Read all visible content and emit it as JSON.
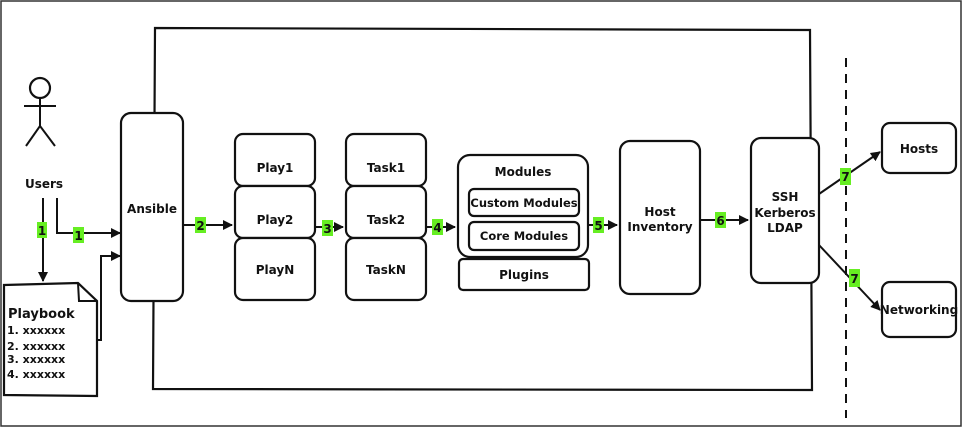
{
  "actor": {
    "label": "Users"
  },
  "playbook": {
    "title": "Playbook",
    "items": [
      "1. xxxxxx",
      "2. xxxxxx",
      "3. xxxxxx",
      "4. xxxxxx"
    ]
  },
  "ansible": {
    "label": "Ansible"
  },
  "plays": [
    "Play1",
    "Play2",
    "PlayN"
  ],
  "tasks": [
    "Task1",
    "Task2",
    "TaskN"
  ],
  "modules": {
    "title": "Modules",
    "custom": "Custom Modules",
    "core": "Core Modules",
    "plugins": "Plugins"
  },
  "inventory": {
    "line1": "Host",
    "line2": "Inventory"
  },
  "connection": [
    "SSH",
    "Kerberos",
    "LDAP"
  ],
  "targets": {
    "hosts": "Hosts",
    "networking": "Networking"
  },
  "steps": [
    "1",
    "1",
    "2",
    "3",
    "4",
    "5",
    "6",
    "7",
    "7"
  ],
  "colors": {
    "step_highlight": "#66ee22",
    "stroke": "#111111"
  }
}
